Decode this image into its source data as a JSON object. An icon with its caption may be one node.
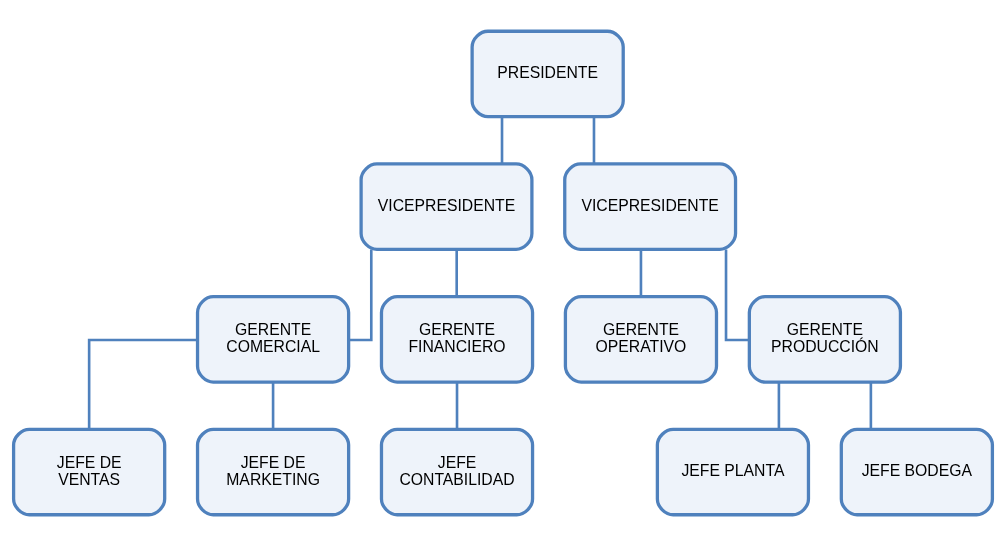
{
  "diagram": {
    "nodes": [
      {
        "text": [
          "PRESIDENTE"
        ]
      },
      {
        "text": [
          "VICEPRESIDENTE"
        ]
      },
      {
        "text": [
          "VICEPRESIDENTE"
        ]
      },
      {
        "text": [
          "GERENTE COMERCIAL"
        ]
      },
      {
        "text": [
          "GERENTE FINANCIERO"
        ]
      },
      {
        "text": [
          "GERENTE OPERATIVO"
        ]
      },
      {
        "text": [
          "GERENTE PRODUCCIÓN"
        ]
      },
      {
        "text": [
          "JEFE DE VENTAS"
        ]
      },
      {
        "text": [
          "JEFE DE MARKETING"
        ]
      },
      {
        "text": [
          "JEFE CONTABILIDAD"
        ]
      },
      {
        "text": [
          "JEFE PLANTA"
        ]
      },
      {
        "text": [
          "JEFE BODEGA"
        ]
      }
    ],
    "edges": [
      {
        "from": 0,
        "to": 1,
        "arrow": "none"
      },
      {
        "from": 0,
        "to": 2,
        "arrow": "none"
      },
      {
        "from": 1,
        "to": 3,
        "arrow": "none"
      },
      {
        "from": 1,
        "to": 4,
        "arrow": "none"
      },
      {
        "from": 2,
        "to": 5,
        "arrow": "none"
      },
      {
        "from": 2,
        "to": 6,
        "arrow": "none"
      },
      {
        "from": 3,
        "to": 7,
        "arrow": "none"
      },
      {
        "from": 3,
        "to": 8,
        "arrow": "none"
      },
      {
        "from": 4,
        "to": 9,
        "arrow": "none"
      },
      {
        "from": 6,
        "to": 10,
        "arrow": "none"
      },
      {
        "from": 6,
        "to": 11,
        "arrow": "none"
      }
    ]
  }
}
